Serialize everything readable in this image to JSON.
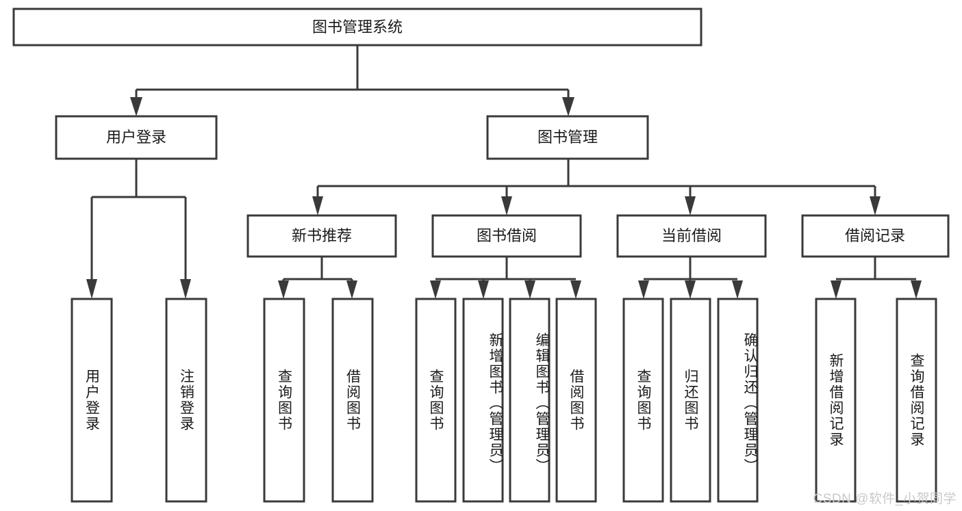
{
  "diagram": {
    "title": "图书管理系统",
    "type": "tree-hierarchy",
    "root": {
      "label": "图书管理系统"
    },
    "level2": [
      {
        "label": "用户登录"
      },
      {
        "label": "图书管理"
      }
    ],
    "level3": [
      {
        "label": "新书推荐"
      },
      {
        "label": "图书借阅"
      },
      {
        "label": "当前借阅"
      },
      {
        "label": "借阅记录"
      }
    ],
    "leaves": {
      "user_login": [
        {
          "label": "用户登录"
        },
        {
          "label": "注销登录"
        }
      ],
      "new_book_recommend": [
        {
          "label": "查询图书"
        },
        {
          "label": "借阅图书"
        }
      ],
      "book_borrow": [
        {
          "label": "查询图书"
        },
        {
          "label": "新增图书（管理员）"
        },
        {
          "label": "编辑图书（管理员）"
        },
        {
          "label": "借阅图书"
        }
      ],
      "current_borrow": [
        {
          "label": "查询图书"
        },
        {
          "label": "归还图书"
        },
        {
          "label": "确认归还（管理员）"
        }
      ],
      "borrow_record": [
        {
          "label": "新增借阅记录"
        },
        {
          "label": "查询借阅记录"
        }
      ]
    }
  },
  "watermark": {
    "text": "CSDN @软件_小贺同学"
  },
  "colors": {
    "box_stroke": "#3a3a3a",
    "box_fill": "#ffffff",
    "text": "#1a1a1a",
    "watermark": "#c9c9c9",
    "background": "#ffffff"
  }
}
